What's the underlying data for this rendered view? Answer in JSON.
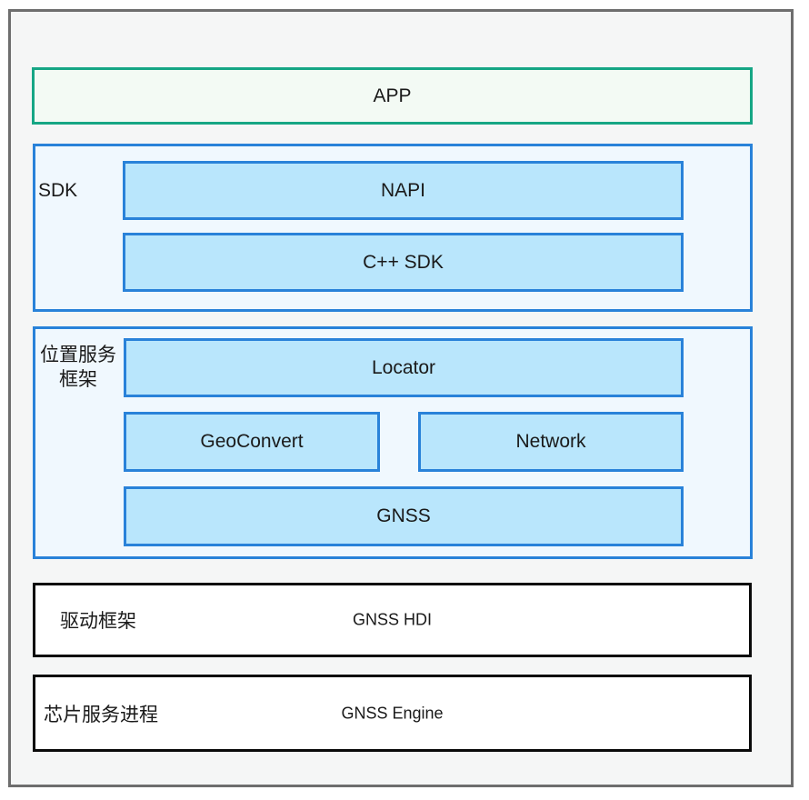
{
  "diagram": {
    "title": "location-service-architecture",
    "colors": {
      "frame_border": "#6e6e6e",
      "canvas_bg": "#f5f6f6",
      "green_border": "#16a685",
      "green_fill": "#f3faf4",
      "blue_border": "#2982d9",
      "blue_fill_light": "#f0f8fe",
      "blue_fill": "#b9e6fc",
      "black_border": "#0a0a0a",
      "white_fill": "#ffffff"
    },
    "layers": {
      "app": {
        "label": "APP"
      },
      "sdk": {
        "label": "SDK",
        "children": {
          "napi": "NAPI",
          "cpp_sdk": "C++ SDK"
        }
      },
      "location_framework": {
        "label_line1": "位置服务",
        "label_line2": "框架",
        "children": {
          "locator": "Locator",
          "geoconvert": "GeoConvert",
          "network": "Network",
          "gnss": "GNSS"
        }
      },
      "driver_framework": {
        "label": "驱动框架",
        "content": "GNSS HDI"
      },
      "chip_service": {
        "label": "芯片服务进程",
        "content": "GNSS Engine"
      }
    }
  }
}
